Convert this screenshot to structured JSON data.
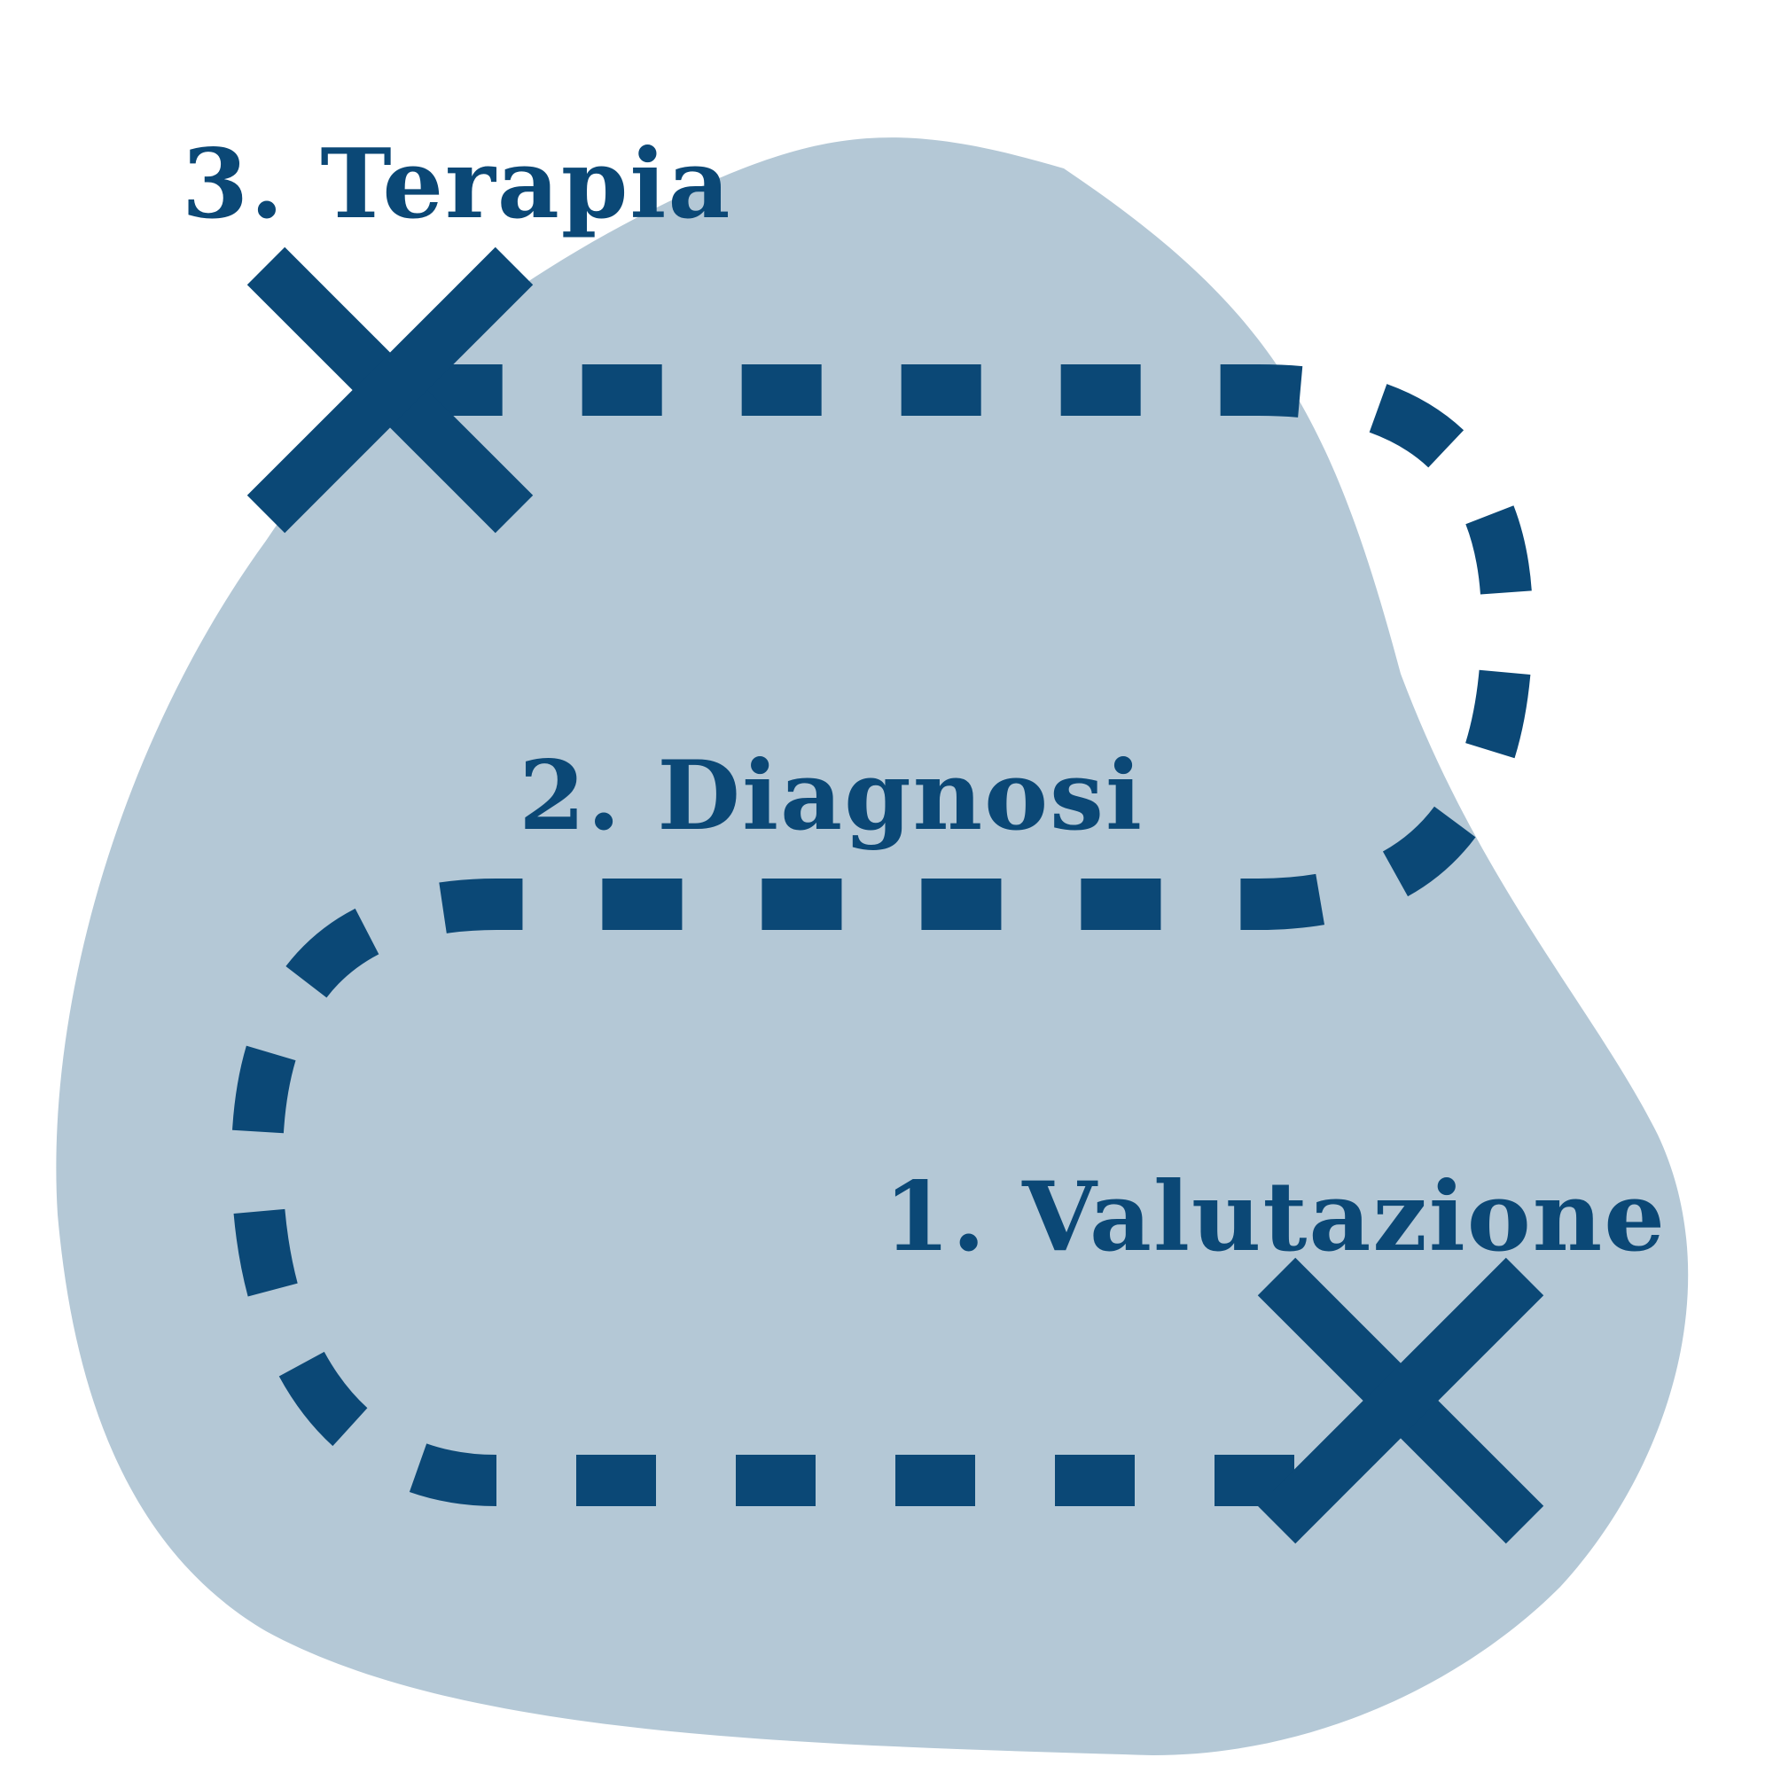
{
  "colors": {
    "background": "#ffffff",
    "blob": "#b4c8d6",
    "ink": "#0b4876"
  },
  "steps": [
    {
      "label": "1. Valutazione",
      "marker": "x-mark-icon"
    },
    {
      "label": "2. Diagnosi",
      "marker": null
    },
    {
      "label": "3. Terapia",
      "marker": "x-mark-icon"
    }
  ]
}
